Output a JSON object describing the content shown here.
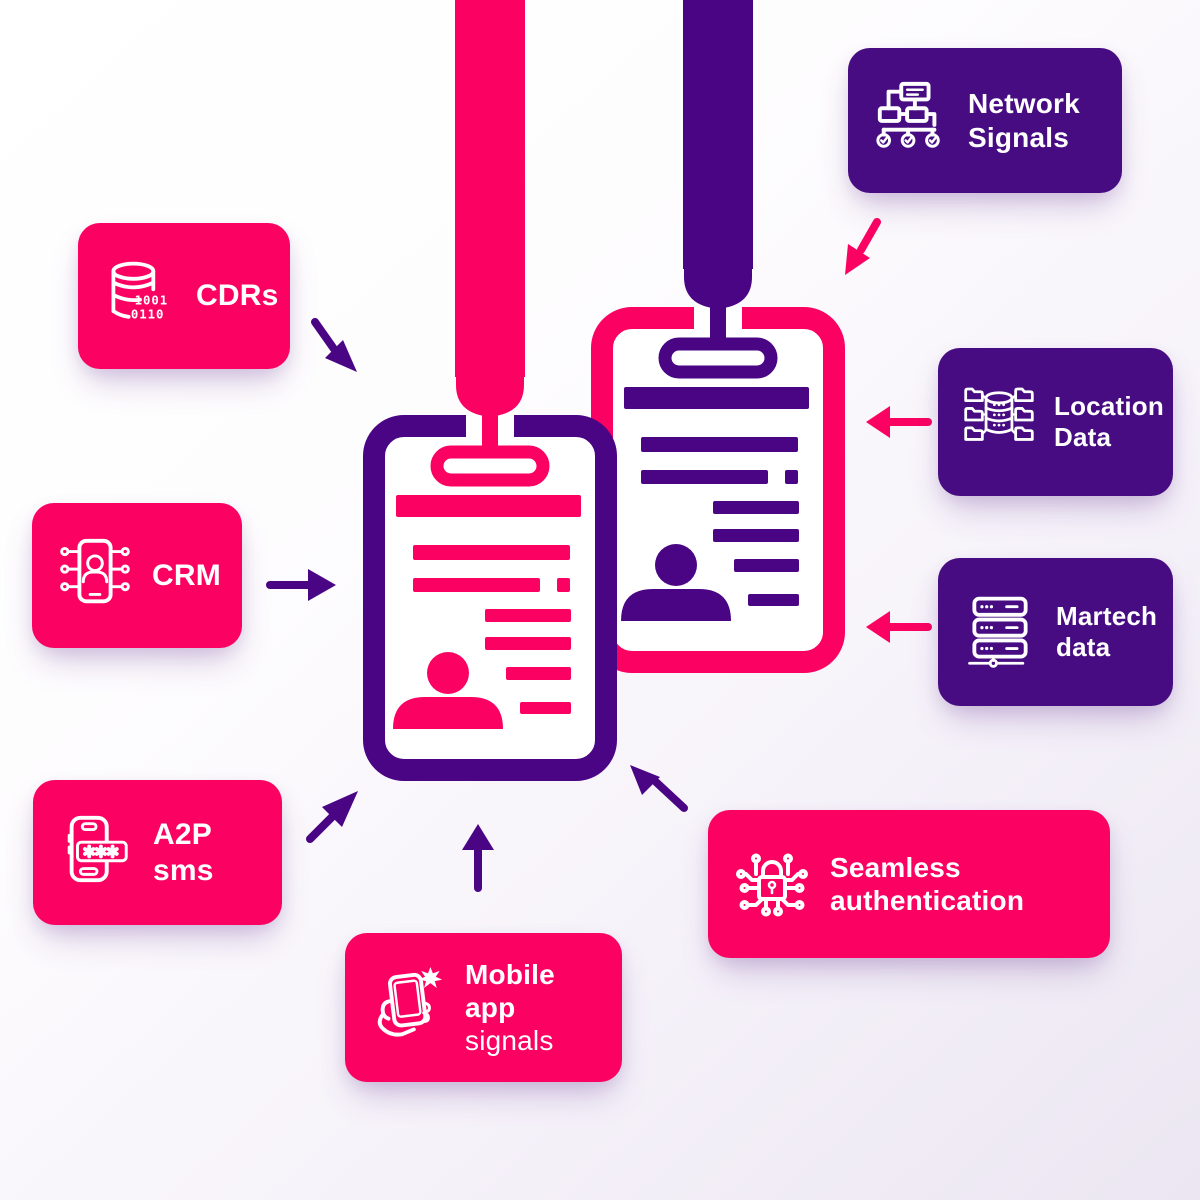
{
  "colors": {
    "pink": "#fb0262",
    "purple": "#4a0584",
    "card_purple": "#470c82",
    "background_start": "#ffffff",
    "background_end": "#ebe6f1",
    "text": "#ffffff"
  },
  "cards": [
    {
      "id": "network-signals",
      "color": "purple",
      "icon": "network-icon",
      "label_lines": [
        "Network",
        "Signals"
      ]
    },
    {
      "id": "cdrs",
      "color": "pink",
      "icon": "database-icon",
      "label_lines": [
        "CDRs"
      ],
      "binary_lines": [
        "1001",
        "0110"
      ]
    },
    {
      "id": "location-data",
      "color": "purple",
      "icon": "folder-database-icon",
      "label_lines": [
        "Location",
        "Data"
      ]
    },
    {
      "id": "crm",
      "color": "pink",
      "icon": "crm-phone-icon",
      "label_lines": [
        "CRM"
      ]
    },
    {
      "id": "martech-data",
      "color": "purple",
      "icon": "server-stack-icon",
      "label_lines": [
        "Martech",
        "data"
      ]
    },
    {
      "id": "a2p-sms",
      "color": "pink",
      "icon": "password-phone-icon",
      "label_lines": [
        "A2P sms"
      ],
      "password_mask": "***"
    },
    {
      "id": "seamless-authentication",
      "color": "pink",
      "icon": "lock-circuit-icon",
      "label_lines": [
        "Seamless",
        "authentication"
      ]
    },
    {
      "id": "mobile-app-signals",
      "color": "pink",
      "icon": "hand-phone-icon",
      "label_lines": [
        "Mobile app",
        "signals"
      ]
    }
  ],
  "center": {
    "badges": [
      {
        "id": "badge-left",
        "border_color": "purple",
        "content_color": "pink",
        "lanyard_color": "pink"
      },
      {
        "id": "badge-right",
        "border_color": "pink",
        "content_color": "purple",
        "lanyard_color": "purple"
      }
    ]
  },
  "arrows": [
    {
      "from": "cdrs",
      "color": "purple",
      "direction": "down-right"
    },
    {
      "from": "crm",
      "color": "purple",
      "direction": "right"
    },
    {
      "from": "a2p-sms",
      "color": "purple",
      "direction": "up-right"
    },
    {
      "from": "mobile-app-signals",
      "color": "purple",
      "direction": "up"
    },
    {
      "from": "seamless-authentication",
      "color": "purple",
      "direction": "up-left"
    },
    {
      "from": "martech-data",
      "color": "pink",
      "direction": "left"
    },
    {
      "from": "location-data",
      "color": "pink",
      "direction": "left"
    },
    {
      "from": "network-signals",
      "color": "pink",
      "direction": "down-left"
    }
  ]
}
